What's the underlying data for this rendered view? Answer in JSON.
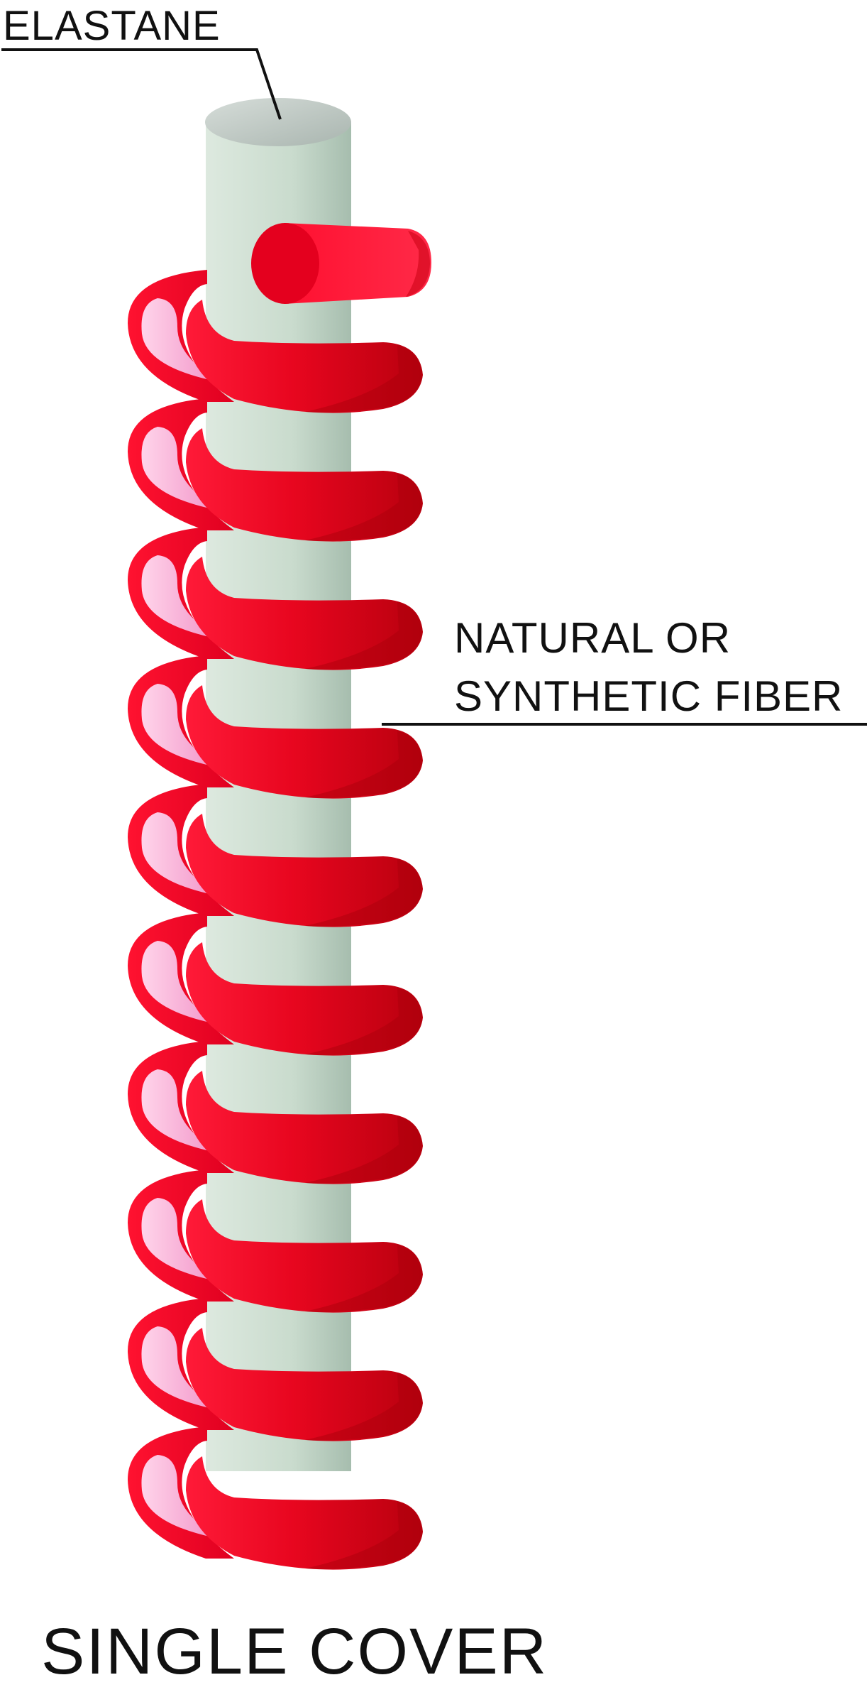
{
  "labels": {
    "core": "ELASTANE",
    "cover_line1": "NATURAL OR",
    "cover_line2": "SYNTHETIC FIBER",
    "title": "SINGLE COVER"
  },
  "colors": {
    "core_light": "#dbe8dd",
    "core_dark": "#a8bfb0",
    "core_top": "#bcc8c2",
    "fiber_red": "#ff1030",
    "fiber_dark": "#c4000d",
    "fiber_pink": "#f7a3cf",
    "leader_line": "#111111"
  },
  "diagram": {
    "coil_turns": 10
  }
}
